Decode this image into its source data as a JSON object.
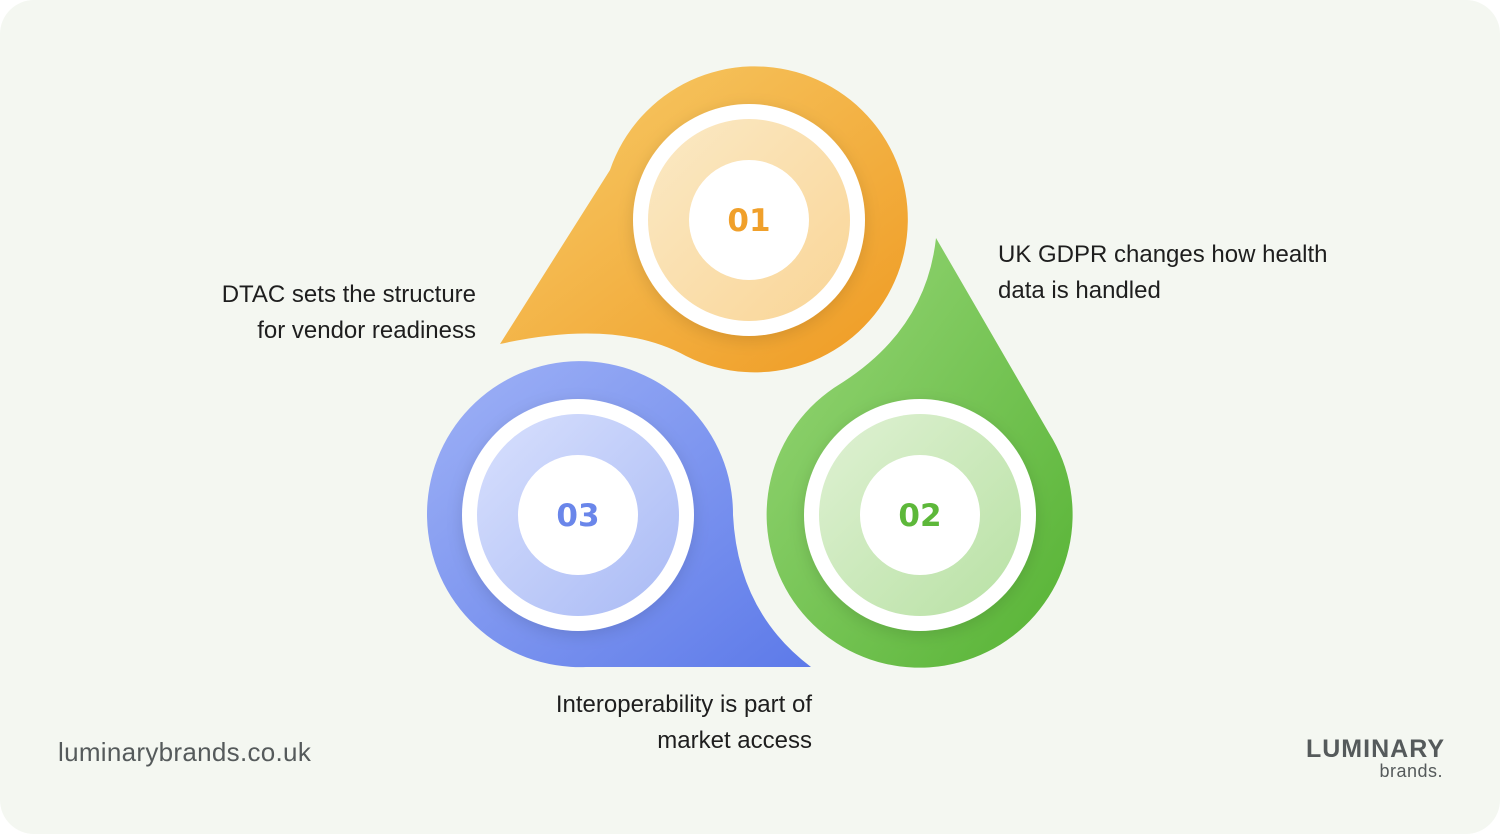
{
  "steps": [
    {
      "number": "01",
      "text": "DTAC sets the structure\nfor vendor readiness",
      "color": "#f0a02b"
    },
    {
      "number": "02",
      "text": "UK GDPR changes how health\ndata is handled",
      "color": "#5db83a"
    },
    {
      "number": "03",
      "text": "Interoperability is part of\nmarket access",
      "color": "#6a86ea"
    }
  ],
  "footer": {
    "website": "luminarybrands.co.uk",
    "logo_main": "LUMINARY",
    "logo_sub": "brands."
  },
  "colors": {
    "background": "#f4f7f1",
    "orange": "#f0a02b",
    "green": "#5db83a",
    "blue": "#6a86ea",
    "text": "#1e1e1e",
    "footer_text": "#555a5b"
  }
}
